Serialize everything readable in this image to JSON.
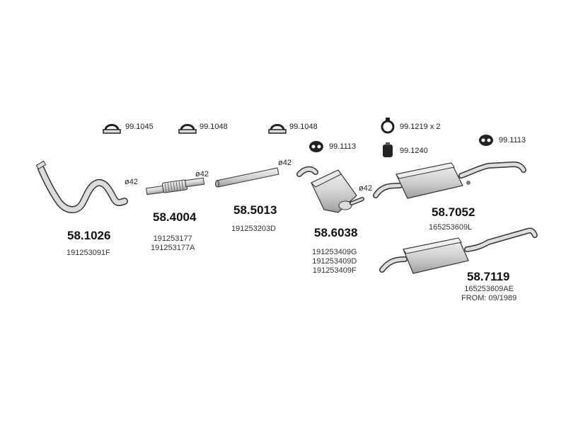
{
  "accessories": [
    {
      "code": "99.1045",
      "type": "clamp"
    },
    {
      "code": "99.1048",
      "type": "clamp"
    },
    {
      "code": "99.1048",
      "type": "clamp"
    },
    {
      "code": "99.1113",
      "type": "rubber-hanger"
    },
    {
      "code": "99.1219 x 2",
      "type": "ring-clamp"
    },
    {
      "code": "99.1240",
      "type": "rubber-block"
    },
    {
      "code": "99.1113",
      "type": "rubber-hanger"
    }
  ],
  "diameters": [
    "ø42",
    "ø42",
    "ø42",
    "ø42"
  ],
  "parts": [
    {
      "number": "58.1026",
      "oem": [
        "191253091F"
      ]
    },
    {
      "number": "58.4004",
      "oem": [
        "191253177",
        "191253177A"
      ]
    },
    {
      "number": "58.5013",
      "oem": [
        "191253203D"
      ]
    },
    {
      "number": "58.6038",
      "oem": [
        "191253409G",
        "191253409D",
        "191253409F"
      ]
    },
    {
      "number": "58.7052",
      "oem": [
        "165253609L"
      ]
    },
    {
      "number": "58.7119",
      "oem": [
        "165253609AE",
        "FROM: 09/1989"
      ]
    }
  ],
  "colors": {
    "ink": "#333333",
    "fill": "#d9d9d9",
    "shade": "#b8b8b8"
  }
}
